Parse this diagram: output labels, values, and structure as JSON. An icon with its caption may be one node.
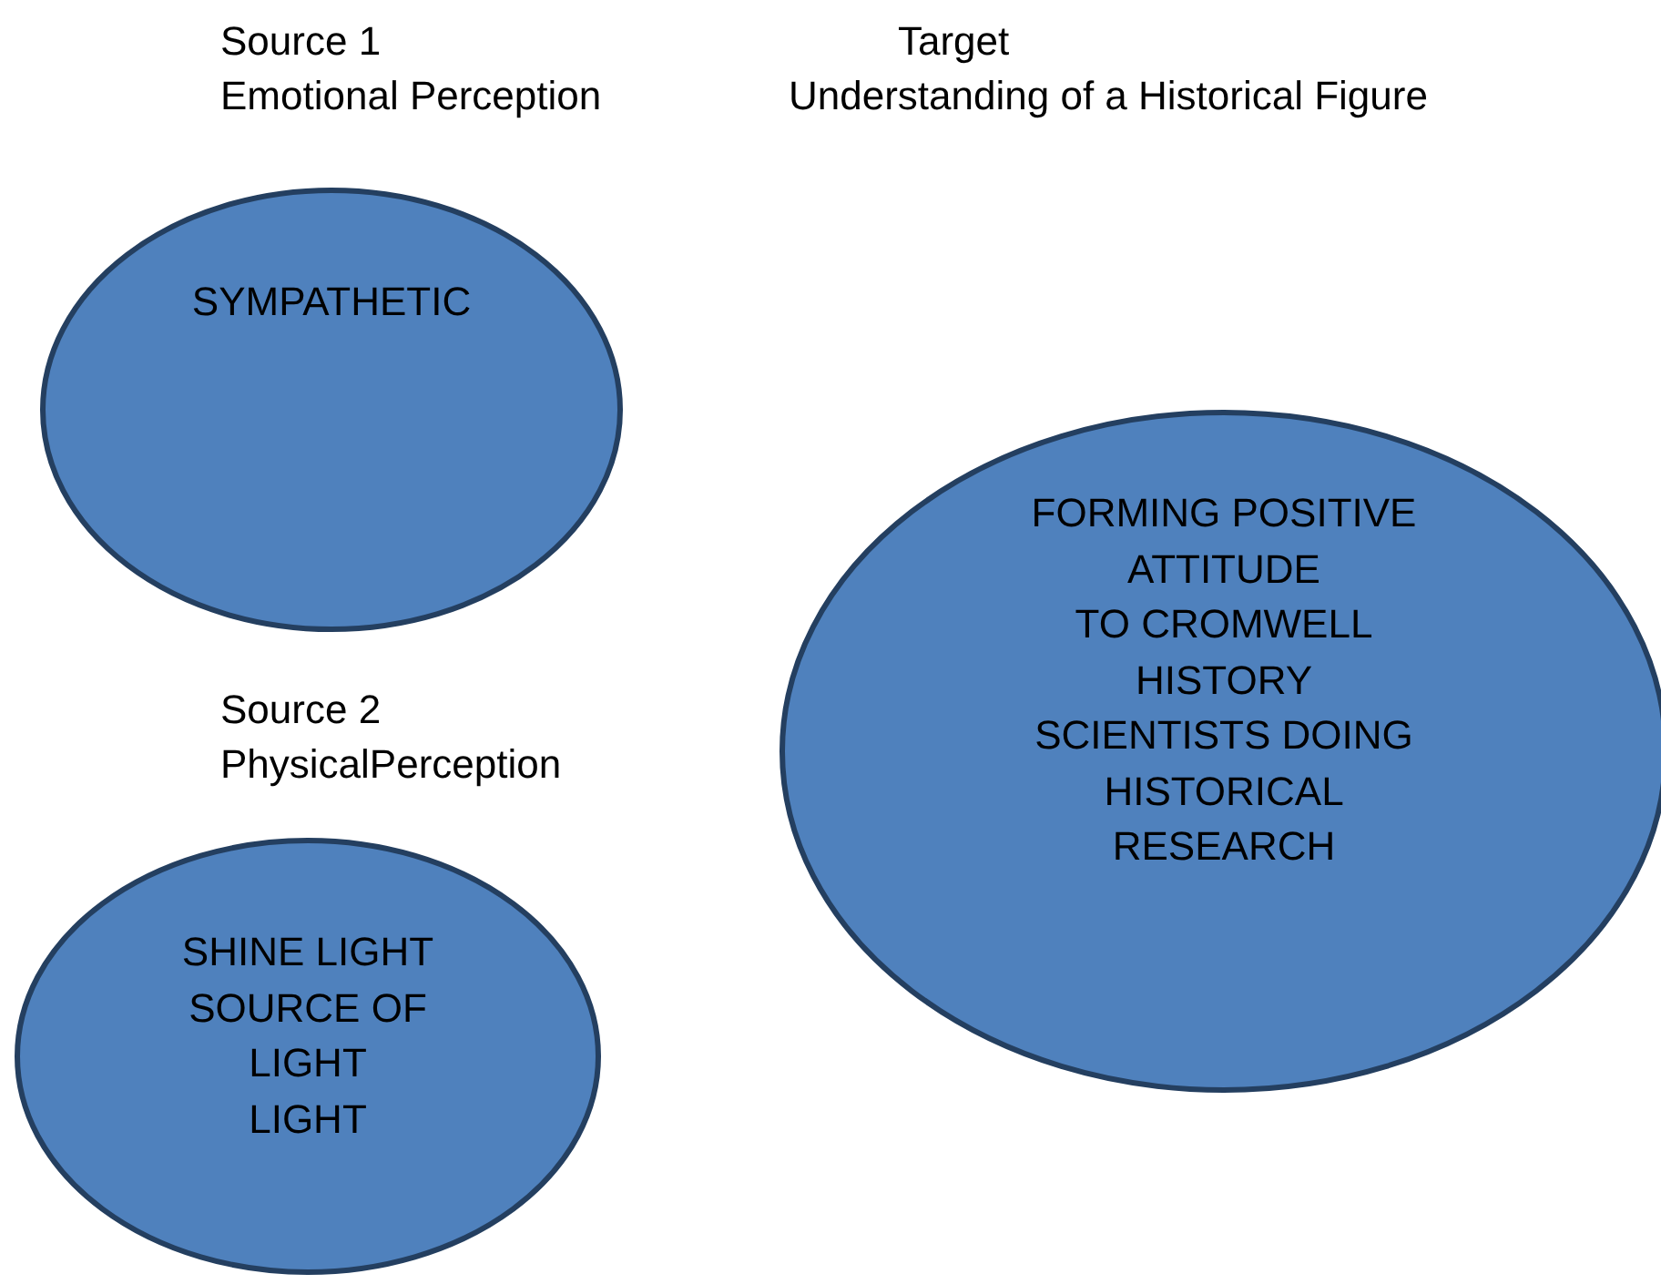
{
  "diagram": {
    "nodes": [
      {
        "text": [
          "SYMPATHETIC"
        ]
      },
      {
        "text": [
          "SHINE LIGHT",
          "SOURCE OF",
          "LIGHT",
          "LIGHT"
        ]
      },
      {
        "text": [
          "FORMING POSITIVE",
          "ATTITUDE",
          "TO CROMWELL",
          "HISTORY",
          "SCIENTISTS DOING",
          "HISTORICAL",
          "RESEARCH"
        ]
      }
    ],
    "labels": [
      "Source 1",
      "Emotional Perception",
      "Target",
      "Understanding of a Historical Figure",
      "Source 2",
      "PhysicalPerception"
    ]
  }
}
